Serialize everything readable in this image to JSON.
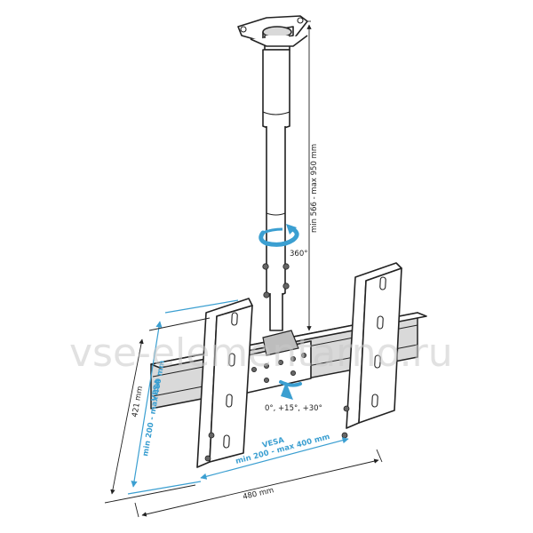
{
  "labels": {
    "height_range": "min 566 - max 950 mm",
    "rotation": "360°",
    "tilt": "0°, +15°, +30°",
    "height_total": "421 mm",
    "vesa_v_title": "VESA",
    "vesa_v_range": "min 200 - max 400 mm",
    "vesa_h_title": "VESA",
    "vesa_h_range": "min 200 - max 400 mm",
    "width_total": "480 mm"
  },
  "watermark": "vse-elementarno.ru",
  "colors": {
    "accent": "#3b9fd1",
    "line": "#222222",
    "watermark": "#c8c8c8"
  },
  "icons": {
    "rotation": "rotate-arrow-icon",
    "tilt": "tilt-arrow-icon"
  }
}
